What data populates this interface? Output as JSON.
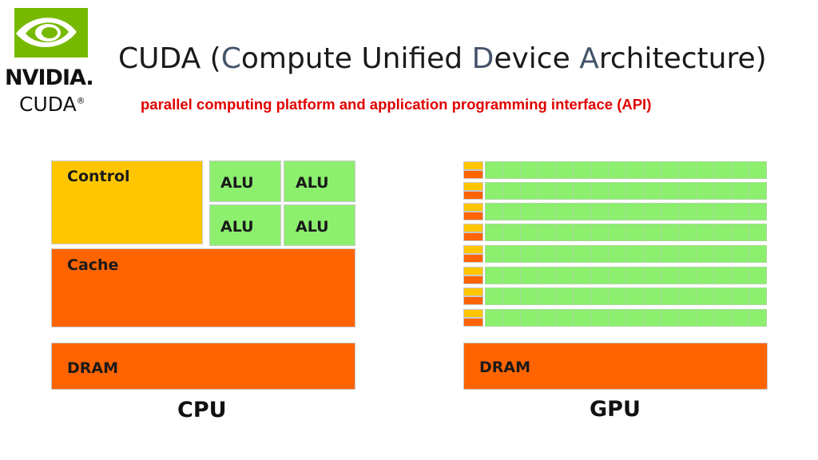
{
  "logo": {
    "wordmark": "NVIDIA.",
    "product": "CUDA",
    "registered": "®",
    "colors": {
      "green": "#76b900",
      "text": "#111111"
    }
  },
  "title": {
    "prefix": "CUDA (",
    "c": "C",
    "t1": "ompute Unified ",
    "d": "D",
    "t2": "evice ",
    "a": "A",
    "t3": "rchitecture)"
  },
  "subtitle": "parallel computing platform and application programming interface (API)",
  "cpu": {
    "control": "Control",
    "alus": [
      "ALU",
      "ALU",
      "ALU",
      "ALU"
    ],
    "cache": "Cache",
    "dram": "DRAM",
    "caption": "CPU"
  },
  "gpu": {
    "dram": "DRAM",
    "caption": "GPU"
  },
  "colors": {
    "control": "#ffc600",
    "alu": "#8cf06e",
    "cache_dram": "#ff6400",
    "subtitle": "#e00000",
    "title_highlight": "#44546a"
  }
}
